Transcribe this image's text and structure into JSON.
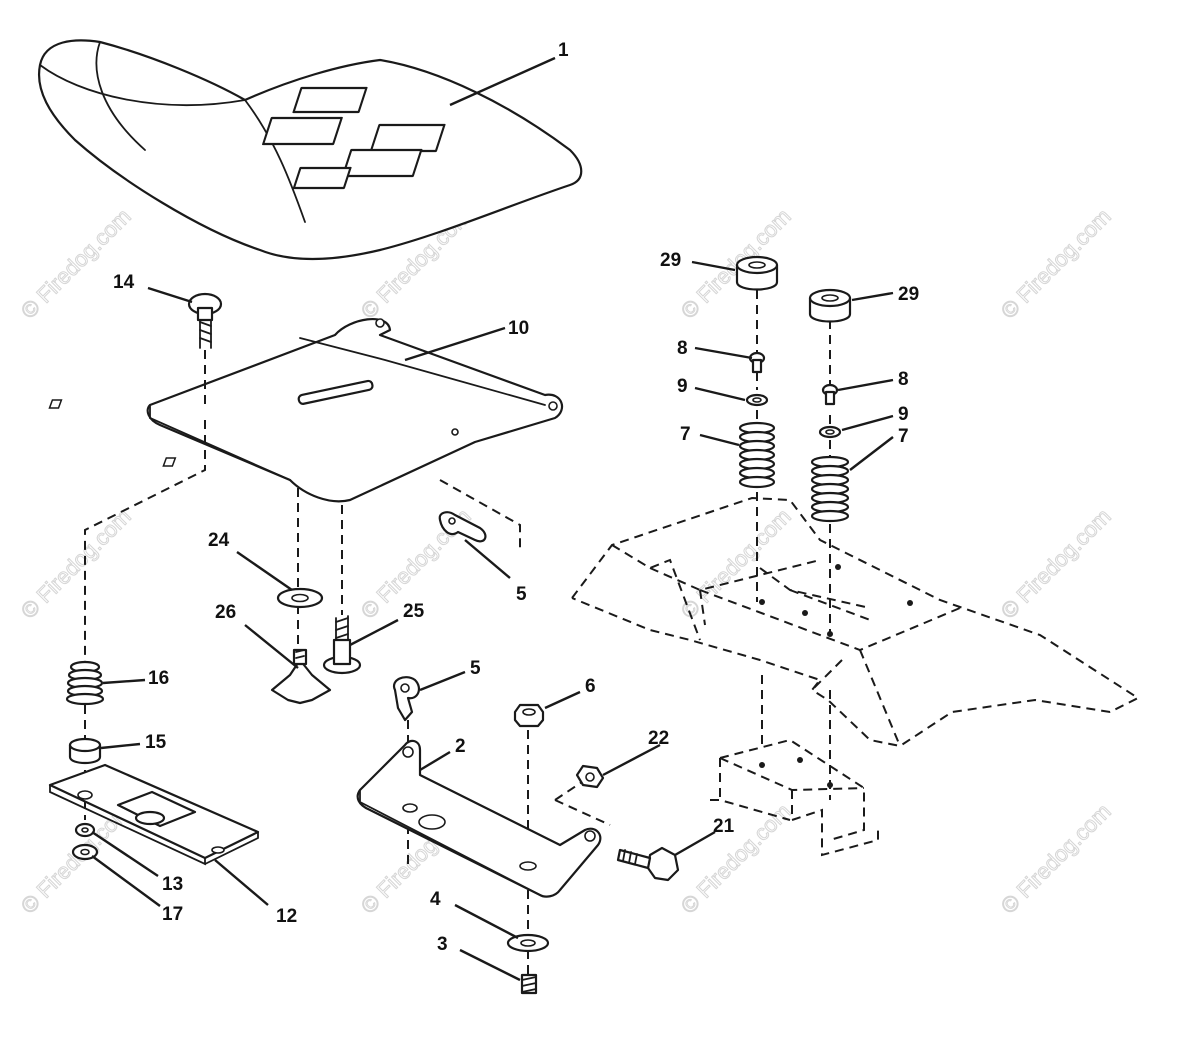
{
  "watermark": "© Firedog.com",
  "callouts": {
    "p1": "1",
    "p14": "14",
    "p10": "10",
    "p24": "24",
    "p26": "26",
    "p25": "25",
    "p5a": "5",
    "p5b": "5",
    "p6": "6",
    "p16": "16",
    "p15": "15",
    "p2": "2",
    "p22": "22",
    "p13": "13",
    "p17": "17",
    "p12": "12",
    "p21": "21",
    "p4": "4",
    "p3": "3",
    "p29a": "29",
    "p29b": "29",
    "p8a": "8",
    "p8b": "8",
    "p9a": "9",
    "p9b": "9",
    "p7a": "7",
    "p7b": "7"
  }
}
